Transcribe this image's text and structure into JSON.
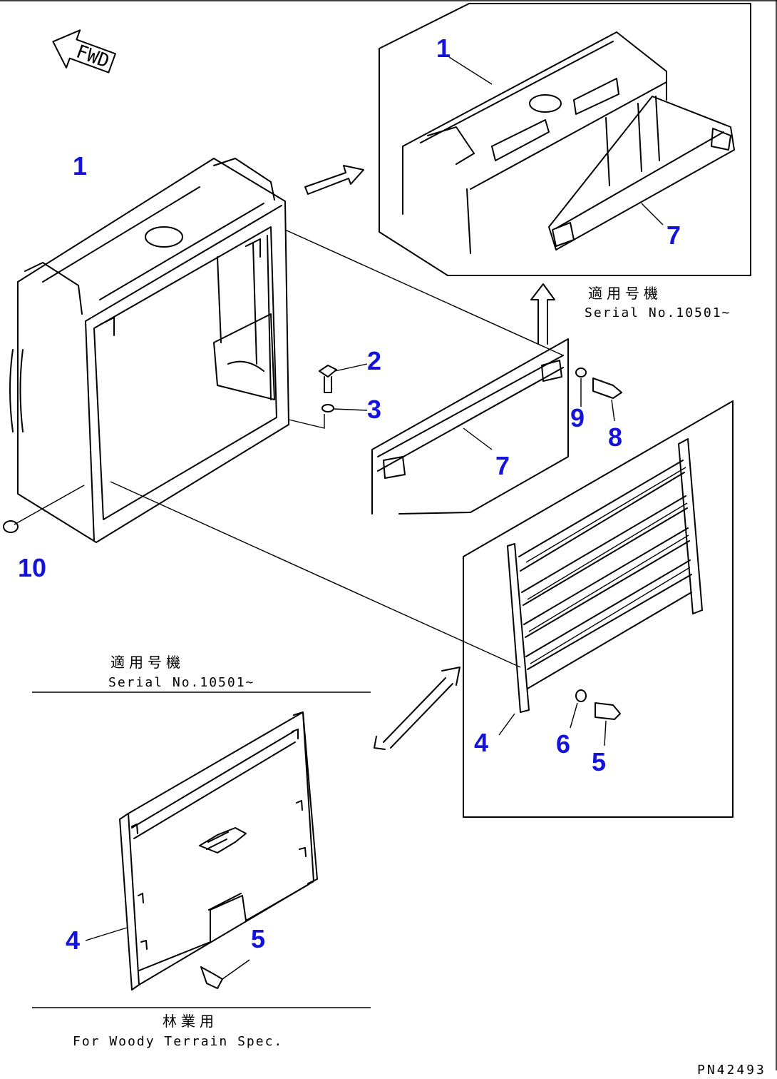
{
  "forward_marker": "FWD",
  "callouts": [
    "1",
    "1",
    "2",
    "3",
    "4",
    "4",
    "5",
    "5",
    "6",
    "7",
    "7",
    "8",
    "9",
    "10"
  ],
  "serial_top": {
    "jp": "適用号機",
    "en": "Serial No.10501~"
  },
  "serial_left": {
    "jp": "適用号機",
    "en": "Serial No.10501~"
  },
  "woody_spec": {
    "jp": "林業用",
    "en": "For Woody Terrain Spec."
  },
  "part_number": "PN42493",
  "callout_color": "#1414d8"
}
